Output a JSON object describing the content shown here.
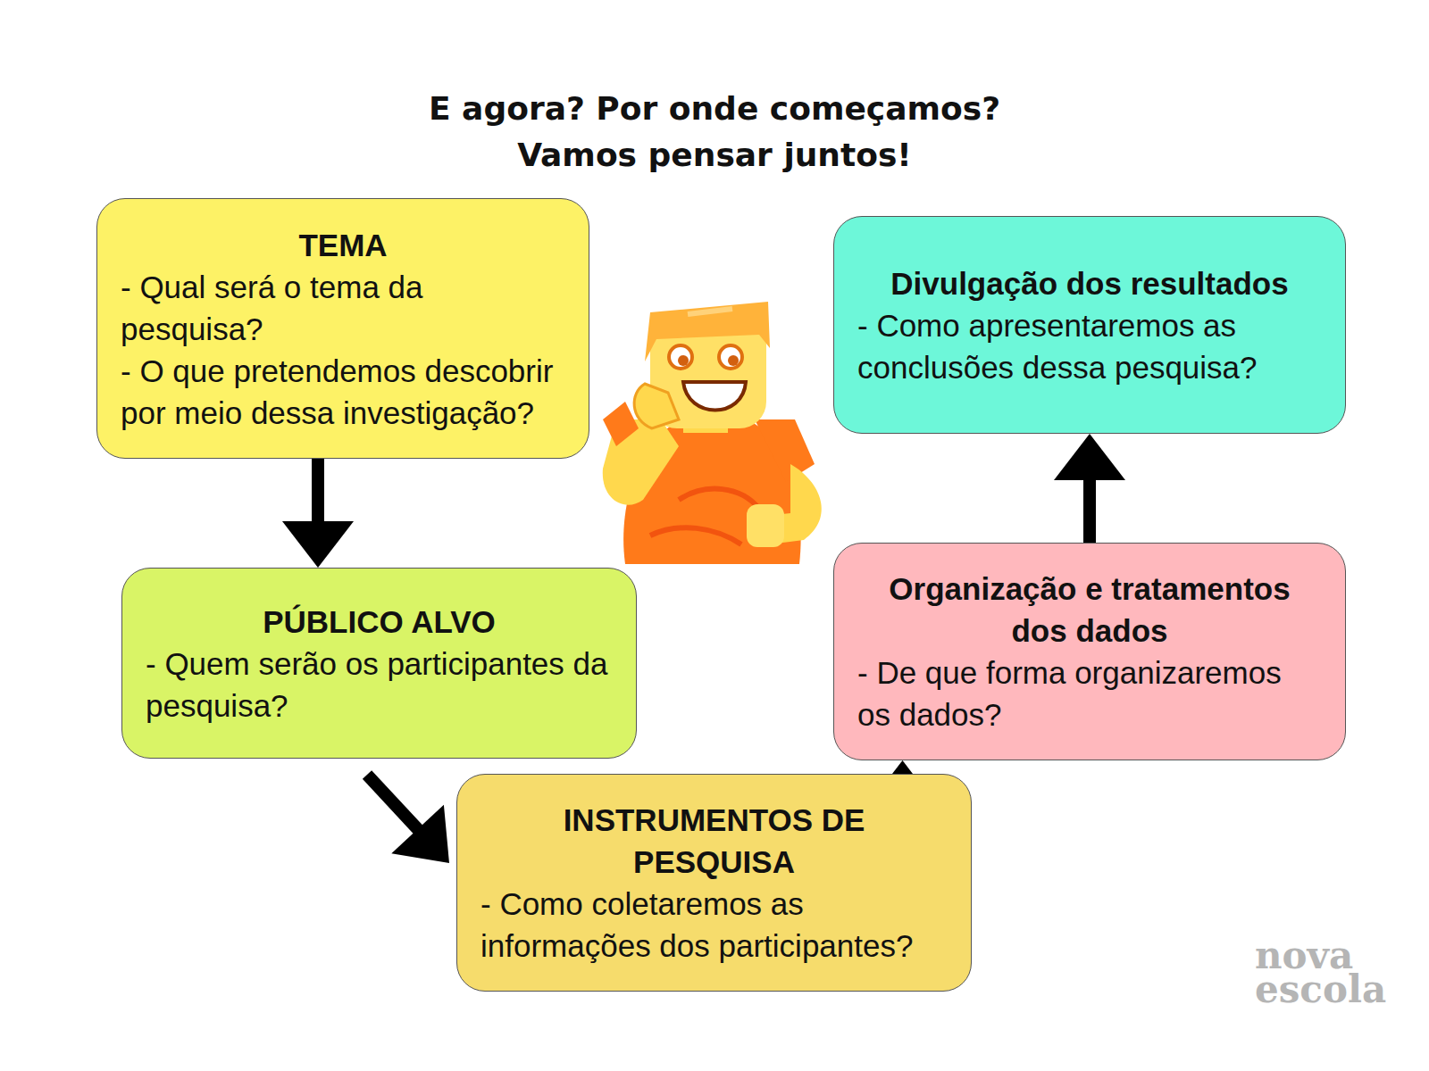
{
  "diagram": {
    "title": "E agora? Por onde começamos? Vamos pensar juntos!",
    "nodes": [
      {
        "text": [
          "TEMA",
          "- Qual será o tema da pesquisa?",
          "- O que pretendemos descobrir por meio dessa investigação?"
        ]
      },
      {
        "text": [
          "PÚBLICO ALVO",
          "- Quem serão os participantes da pesquisa?"
        ]
      },
      {
        "text": [
          "INSTRUMENTOS DE PESQUISA",
          "- Como coletaremos as informações dos participantes?"
        ]
      },
      {
        "text": [
          "Organização e tratamentos dos dados",
          "- De que forma organizaremos os dados?"
        ]
      },
      {
        "text": [
          "Divulgação dos resultados",
          "- Como apresentaremos as conclusões dessa pesquisa?"
        ]
      }
    ],
    "edges": [
      {
        "from": 0,
        "to": 1,
        "arrow": "to"
      },
      {
        "from": 1,
        "to": 2,
        "arrow": "to"
      },
      {
        "from": 2,
        "to": 3,
        "arrow": "to"
      },
      {
        "from": 3,
        "to": 4,
        "arrow": "to"
      }
    ],
    "labels": [
      "nova escola"
    ]
  }
}
